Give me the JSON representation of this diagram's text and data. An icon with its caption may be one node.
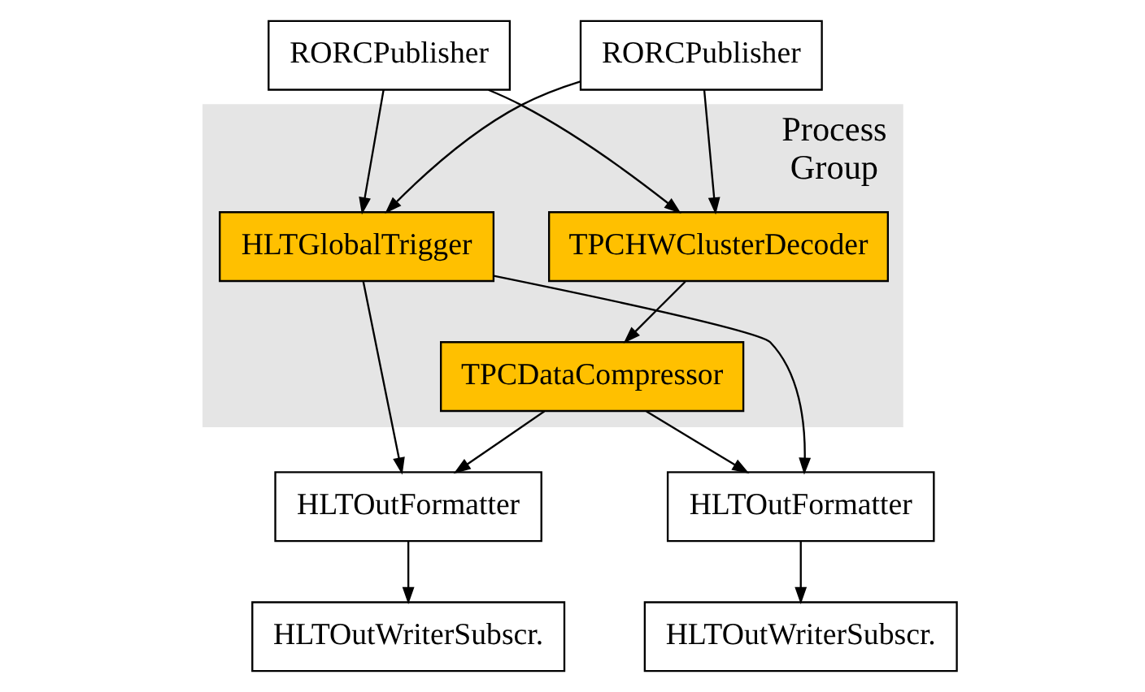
{
  "diagram": {
    "nodes": [
      {
        "text": [
          "RORCPublisher"
        ]
      },
      {
        "text": [
          "RORCPublisher"
        ]
      },
      {
        "text": [
          "Process Group"
        ]
      },
      {
        "text": [
          "TPCHWClusterDecoder"
        ],
        "in": 2
      },
      {
        "text": [
          "HLTGlobalTrigger"
        ],
        "in": 2
      },
      {
        "text": [
          "TPCDataCompressor"
        ],
        "in": 2
      },
      {
        "text": [
          "HLTOutFormatter"
        ]
      },
      {
        "text": [
          "HLTOutWriterSubscr."
        ]
      },
      {
        "text": [
          "HLTOutFormatter"
        ]
      },
      {
        "text": [
          "HLTOutWriterSubscr."
        ]
      }
    ],
    "edges": [
      {
        "from": 0,
        "to": 3,
        "arrow": "to"
      },
      {
        "from": 0,
        "to": 4,
        "arrow": "to"
      },
      {
        "from": 1,
        "to": 3,
        "arrow": "to"
      },
      {
        "from": 1,
        "to": 4,
        "arrow": "to"
      },
      {
        "from": 3,
        "to": 5,
        "arrow": "to"
      },
      {
        "from": 5,
        "to": 6,
        "arrow": "to"
      },
      {
        "from": 5,
        "to": 8,
        "arrow": "to"
      },
      {
        "from": 4,
        "to": 6,
        "arrow": "to"
      },
      {
        "from": 4,
        "to": 8,
        "arrow": "to"
      },
      {
        "from": 6,
        "to": 7,
        "arrow": "to"
      },
      {
        "from": 8,
        "to": 9,
        "arrow": "to"
      }
    ]
  }
}
